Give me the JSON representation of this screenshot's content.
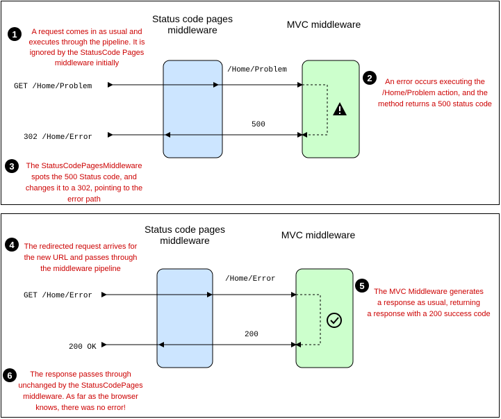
{
  "panels": [
    {
      "status_title": [
        "Status code pages",
        "middleware"
      ],
      "mvc_title": "MVC middleware",
      "request_path": "GET /Home/Problem",
      "forward_path": "/Home/Problem",
      "returned_status": "500",
      "response_path": "302 /Home/Error",
      "mvc_icon": "warning-icon",
      "notes": [
        {
          "number": "1",
          "lines": [
            "A request comes in as usual and",
            "executes through the pipeline. It is",
            "ignored by the StatusCode Pages",
            "middleware initially"
          ]
        },
        {
          "number": "2",
          "lines": [
            "An error occurs executing the",
            "/Home/Problem action, and the",
            "method returns a 500 status code"
          ]
        },
        {
          "number": "3",
          "lines": [
            "The StatusCodePagesMiddleware",
            "spots the 500 Status code, and",
            "changes it to a 302, pointing to the",
            "error path"
          ]
        }
      ]
    },
    {
      "status_title": [
        "Status code pages",
        "middleware"
      ],
      "mvc_title": "MVC middleware",
      "request_path": "GET /Home/Error",
      "forward_path": "/Home/Error",
      "returned_status": "200",
      "response_path": "200 OK",
      "mvc_icon": "check-circle-icon",
      "notes": [
        {
          "number": "4",
          "lines": [
            "The redirected request arrives for",
            "the new URL and passes through",
            "the middleware pipeline"
          ]
        },
        {
          "number": "5",
          "lines": [
            "The MVC Middleware generates",
            "a response as usual, returning",
            "a response with a 200 success code"
          ]
        },
        {
          "number": "6",
          "lines": [
            "The response passes through",
            "unchanged by the StatusCodePages",
            "middleware. As far as the browser",
            "knows, there was no error!"
          ]
        }
      ]
    }
  ],
  "colors": {
    "status_box": "#cce5ff",
    "mvc_box": "#ccffcc",
    "note_text": "#cc0000",
    "badge": "#000000"
  }
}
